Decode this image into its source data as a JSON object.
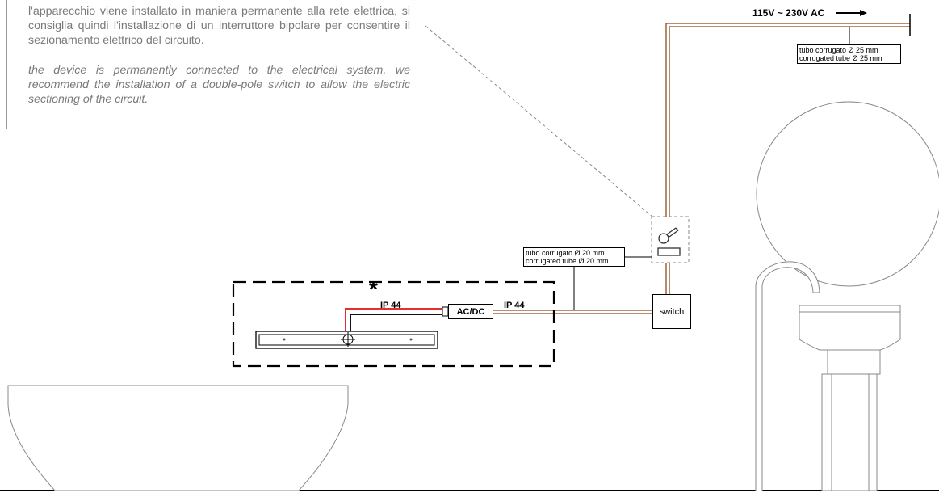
{
  "note": {
    "italian": "l'apparecchio viene installato in maniera permanente alla rete elettrica, si consiglia quindi l'installazione di un interruttore bipolare per consentire il sezionamento elettrico del circuito.",
    "english": "the device is permanently connected to the electrical system, we recommend the installation of a double-pole switch to allow the electric sectioning of the circuit."
  },
  "supply": {
    "voltage": "115V ~ 230V AC"
  },
  "tube_25": {
    "line1": "tubo corrugato Ø 25 mm",
    "line2": "corrugated tube Ø 25 mm"
  },
  "tube_20": {
    "line1": "tubo corrugato Ø 20 mm",
    "line2": "corrugated tube Ø 20 mm"
  },
  "asterisk": "*",
  "ip_left": "IP 44",
  "ip_right": "IP 44",
  "driver": "AC/DC",
  "switch": "switch",
  "colors": {
    "live_wire": "#e03030",
    "neutral_wire": "#111111",
    "sheath": "#8b4a1e",
    "grey": "#9a9a9a"
  },
  "icons": [
    "junction-box-icon",
    "led-bar-icon",
    "washbasin-icon",
    "mirror-icon",
    "pedestal-sink-icon",
    "faucet-icon"
  ]
}
